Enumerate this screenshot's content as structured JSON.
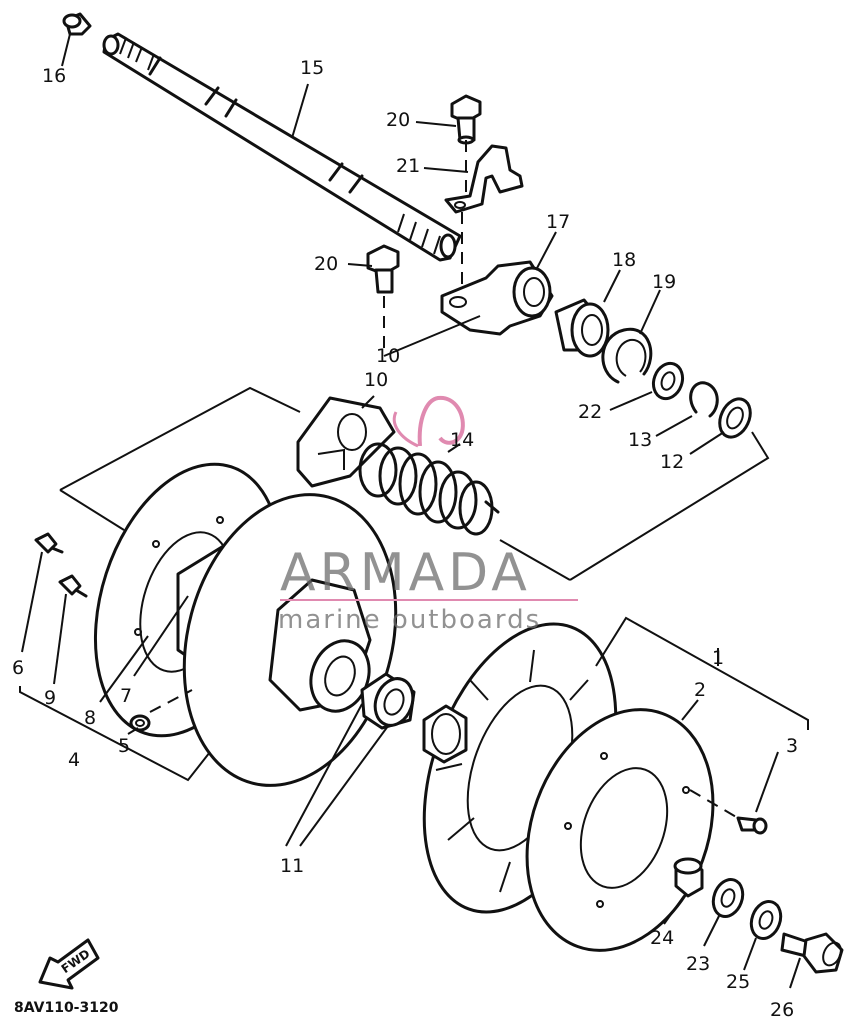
{
  "diagram": {
    "drawing_code": "8AV110-3120",
    "fwd_label": "FWD",
    "callouts": {
      "c1": "1",
      "c2": "2",
      "c3": "3",
      "c4": "4",
      "c5": "5",
      "c6": "6",
      "c7": "7",
      "c8": "8",
      "c9": "9",
      "c10a": "10",
      "c10b": "10",
      "c11": "11",
      "c12": "12",
      "c13": "13",
      "c14": "14",
      "c15": "15",
      "c16": "16",
      "c17": "17",
      "c18": "18",
      "c19": "19",
      "c20a": "20",
      "c20b": "20",
      "c21": "21",
      "c22": "22",
      "c23": "23",
      "c24": "24",
      "c25": "25",
      "c26": "26"
    }
  },
  "watermark": {
    "title": "ARMADA",
    "subtitle": "marine outboards",
    "color_text": "#6e6e6e",
    "color_accent": "#e08ab0"
  }
}
